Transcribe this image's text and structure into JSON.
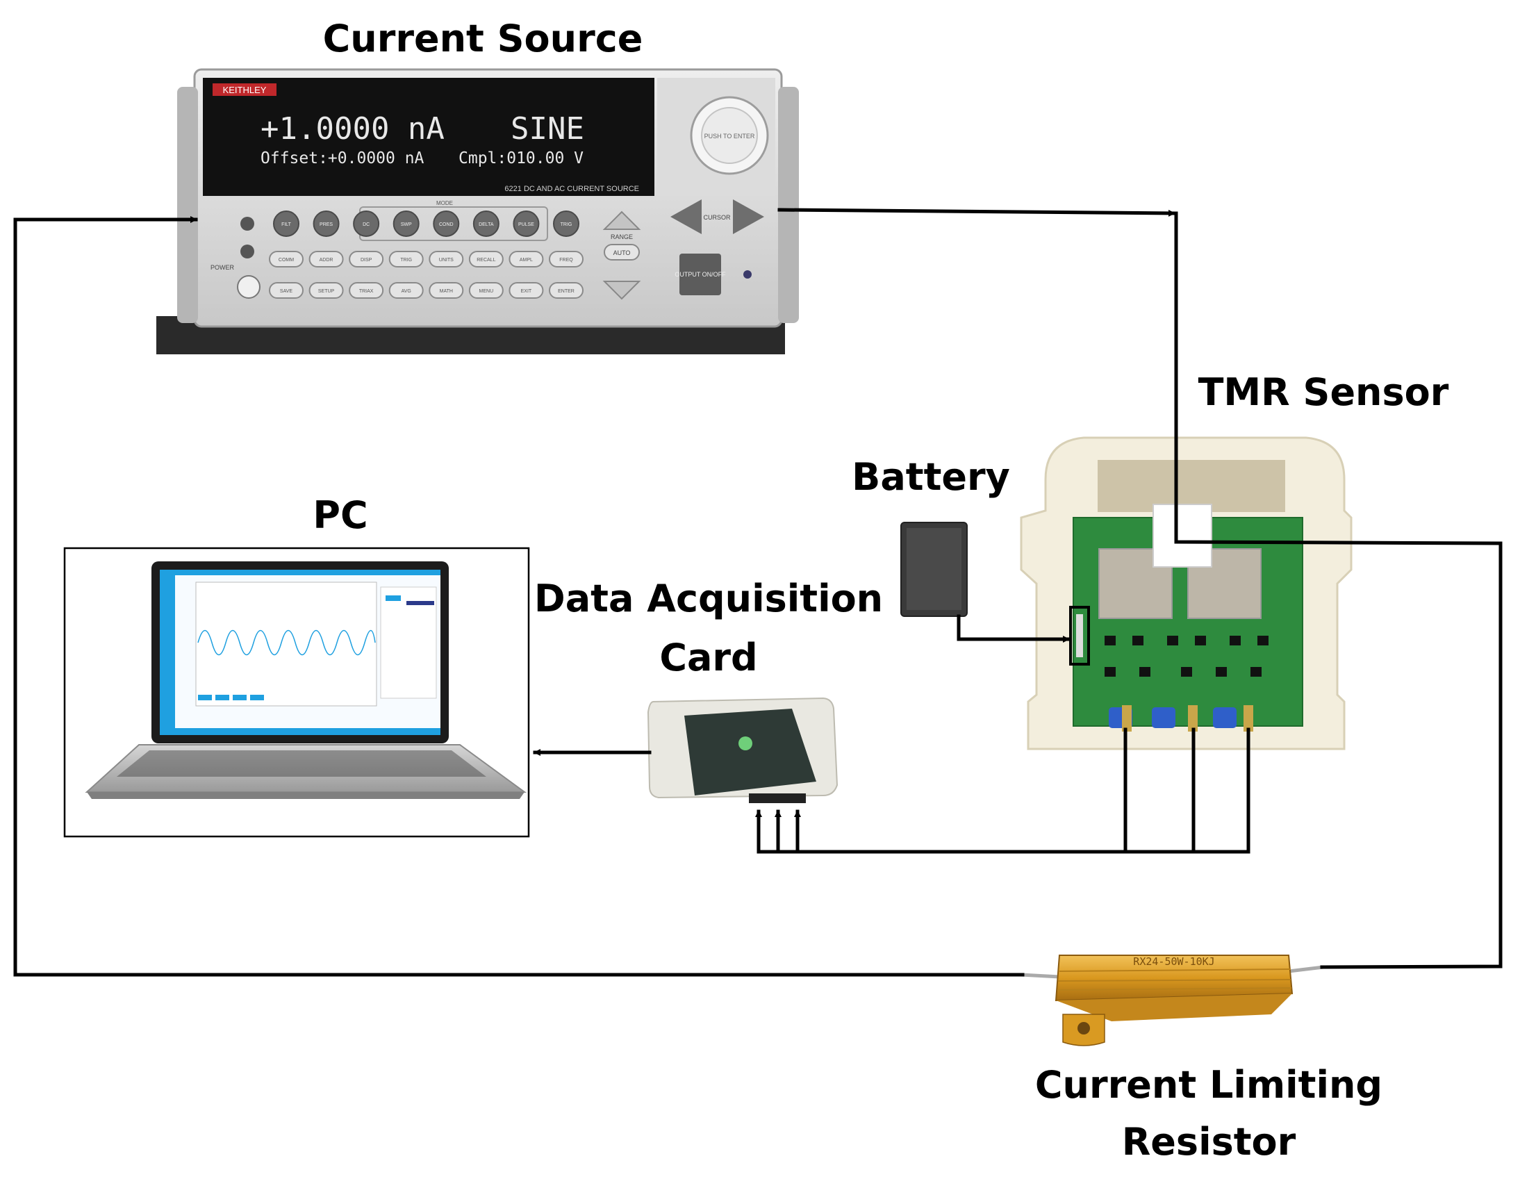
{
  "labels": {
    "current_source": "Current Source",
    "tmr_sensor": "TMR Sensor",
    "battery": "Battery",
    "pc": "PC",
    "daq_line1": "Data Acquisition",
    "daq_line2": "Card",
    "resistor_line1": "Current Limiting",
    "resistor_line2": "Resistor"
  },
  "current_source_device": {
    "brand": "KEITHLEY",
    "display_main": "+1.0000 nA",
    "display_mode": "SINE",
    "display_offset": "Offset:+0.0000 nA",
    "display_compliance": "Cmpl:010.00 V",
    "model_text": "6221 DC AND AC CURRENT SOURCE",
    "knob_text": "PUSH TO ENTER",
    "cursor_text": "CURSOR",
    "range_text": "RANGE",
    "auto_text": "AUTO",
    "output_text": "OUTPUT ON/OFF",
    "power_text": "POWER",
    "mode_text": "MODE",
    "key_labels_row1": [
      "FILT",
      "PRES",
      "DC",
      "SWP",
      "COND",
      "DELTA",
      "PULSE",
      "TRIG"
    ],
    "key_labels_row2": [
      "COMM",
      "ADDR",
      "DISP",
      "TRIG",
      "UNITS",
      "RECALL",
      "AMPL",
      "FREQ"
    ],
    "key_labels_row3": [
      "SAVE",
      "SETUP",
      "TRIAX",
      "AVG",
      "MATH",
      "MENU",
      "EXIT",
      "ENTER"
    ]
  },
  "resistor_marking": "RX24-50W-10KJ",
  "colors": {
    "wire": "#000000",
    "instrument_body": "#d9d9d9",
    "display_bg": "#111111",
    "display_text": "#e8e8e8",
    "pcb": "#2e8b3e",
    "resistor": "#d9a02a",
    "laptop_screen": "#1fa0e0"
  }
}
